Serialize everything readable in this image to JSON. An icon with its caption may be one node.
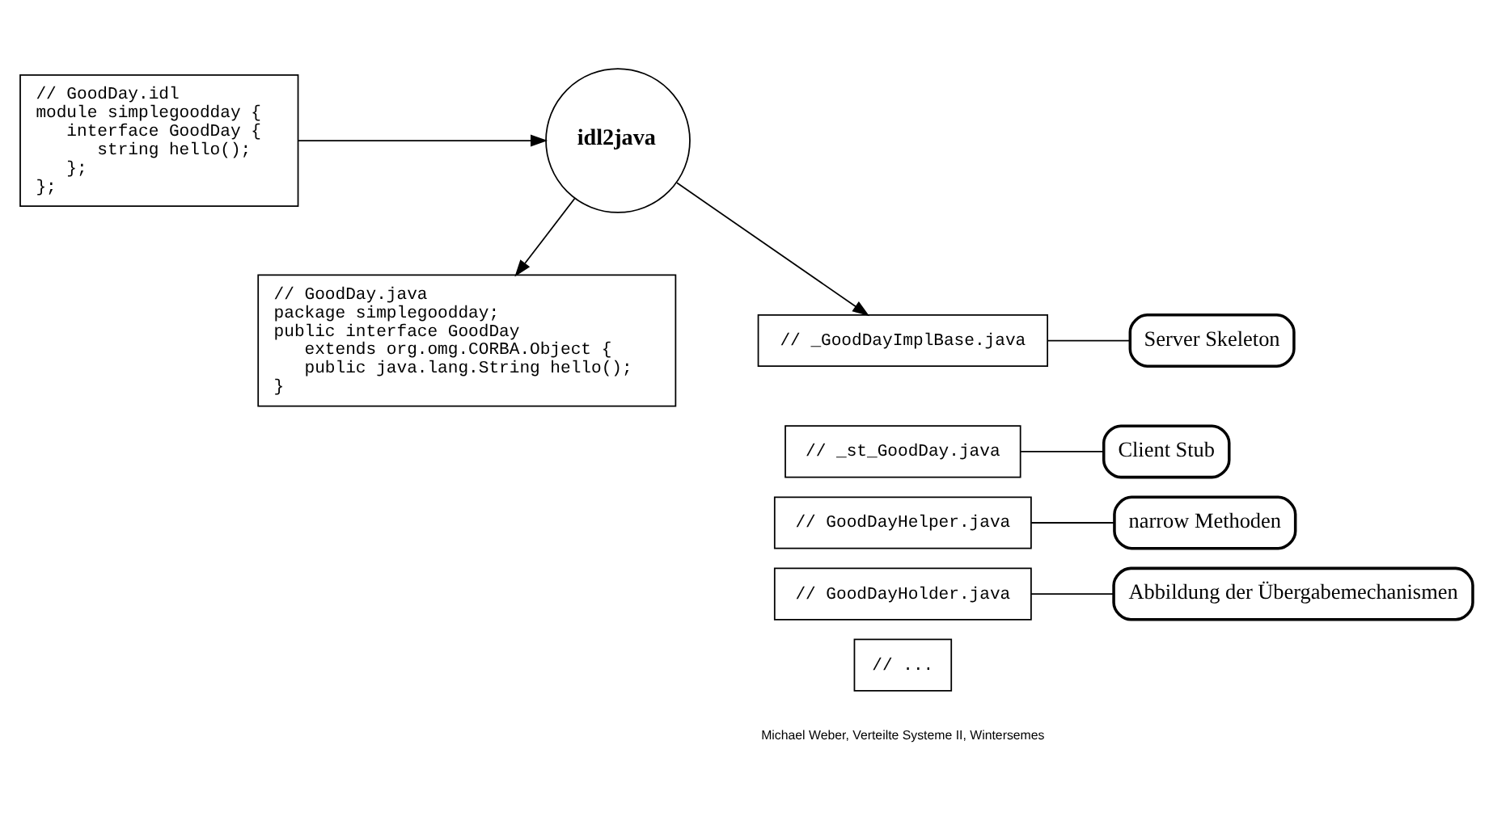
{
  "diagram": {
    "nodes": [
      {
        "text": [
          "// GoodDay.idl",
          "module simplegoodday {",
          "    interface GoodDay {",
          "       string hello();",
          "    };",
          "};"
        ]
      },
      {
        "text": [
          "idl2java"
        ]
      },
      {
        "text": [
          "// GoodDay.java",
          "package simplegoodday;",
          "public interface GoodDay",
          "    extends org.omg.CORBA.Object {",
          "    public java.lang.String hello();",
          "}"
        ]
      },
      {
        "text": [
          "// _GoodDayImplBase.java"
        ]
      },
      {
        "text": [
          "// _st_GoodDay.java"
        ]
      },
      {
        "text": [
          "// GoodDayHelper.java"
        ]
      },
      {
        "text": [
          "// GoodDayHolder.java"
        ]
      },
      {
        "text": [
          "// ..."
        ]
      },
      {
        "text": [
          "Server Skeleton"
        ]
      },
      {
        "text": [
          "Client Stub"
        ]
      },
      {
        "text": [
          "narrow Methoden"
        ]
      },
      {
        "text": [
          "Abbildung der Übergabemechanismen"
        ]
      }
    ],
    "edges": [
      {
        "from": 0,
        "to": 1,
        "arrow": "to"
      },
      {
        "from": 1,
        "to": 2,
        "arrow": "to"
      },
      {
        "from": 1,
        "to": 3,
        "arrow": "to"
      },
      {
        "from": 8,
        "to": 3,
        "arrow": "none"
      },
      {
        "from": 9,
        "to": 4,
        "arrow": "none"
      },
      {
        "from": 10,
        "to": 5,
        "arrow": "none"
      },
      {
        "from": 11,
        "to": 6,
        "arrow": "none"
      }
    ],
    "labels": [
      "Michael Weber, Verteilte Systeme II, Wintersemes"
    ]
  }
}
